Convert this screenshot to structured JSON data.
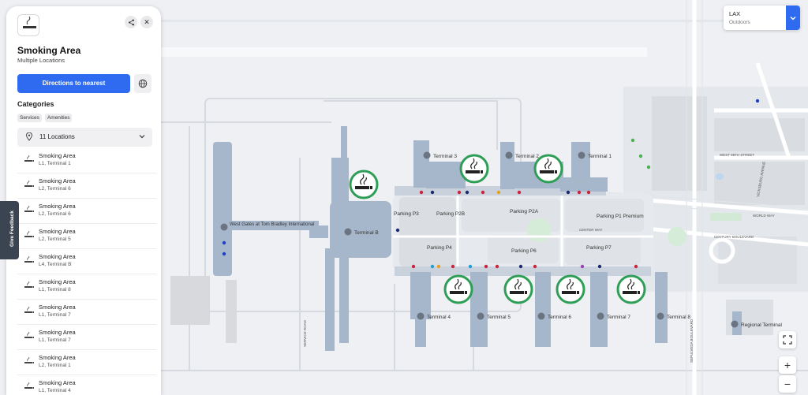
{
  "panel": {
    "title": "Smoking Area",
    "subtitle": "Multiple Locations",
    "directions_label": "Directions to nearest",
    "categories_title": "Categories",
    "chips": [
      "Services",
      "Amenities"
    ],
    "locations_count": "11 Locations",
    "items": [
      {
        "name": "Smoking Area",
        "detail": "L1, Terminal 1"
      },
      {
        "name": "Smoking Area",
        "detail": "L2, Terminal 6"
      },
      {
        "name": "Smoking Area",
        "detail": "L2, Terminal 6"
      },
      {
        "name": "Smoking Area",
        "detail": "L2, Terminal 5"
      },
      {
        "name": "Smoking Area",
        "detail": "L4, Terminal B"
      },
      {
        "name": "Smoking Area",
        "detail": "L1, Terminal 8"
      },
      {
        "name": "Smoking Area",
        "detail": "L1, Terminal 7"
      },
      {
        "name": "Smoking Area",
        "detail": "L1, Terminal 7"
      },
      {
        "name": "Smoking Area",
        "detail": "L2, Terminal 1"
      },
      {
        "name": "Smoking Area",
        "detail": "L1, Terminal 4"
      }
    ]
  },
  "feedback_label": "Give Feedback",
  "venue": {
    "name": "LAX",
    "sublabel": "Outdoors"
  },
  "controls": {
    "zoom_in": "+",
    "zoom_out": "−"
  },
  "colors": {
    "accent": "#2f6bf0",
    "terminal": "#a6b6cb",
    "marker_ring": "#2e9e57",
    "feedback_bg": "#3b4451"
  },
  "map_labels": {
    "terminal_3": "Terminal 3",
    "terminal_2": "Terminal 2",
    "terminal_1": "Terminal 1",
    "terminal_b": "Terminal B",
    "terminal_4": "Terminal 4",
    "terminal_5": "Terminal 5",
    "terminal_6": "Terminal 6",
    "terminal_7": "Terminal 7",
    "terminal_8": "Terminal 8",
    "regional": "Regional Terminal",
    "west_gates": "West Gates at Tom Bradley International",
    "parking_p3": "Parking P3",
    "parking_p2b": "Parking P2B",
    "parking_p2a": "Parking P2A",
    "parking_p1": "Parking P1 Premium",
    "parking_p4": "Parking P4",
    "parking_p6": "Parking P6",
    "parking_p7": "Parking P7",
    "center_way": "CENTER WAY",
    "world_way": "WORLD WAY",
    "century_blvd": "CENTURY BOULEVARD",
    "west_98th": "WEST 98TH STREET",
    "service_road": "SERVICE ROAD",
    "sepulveda": "SEPULVEDA BOULEVARD",
    "vicksburg": "VICKSBURG AVENUE"
  }
}
